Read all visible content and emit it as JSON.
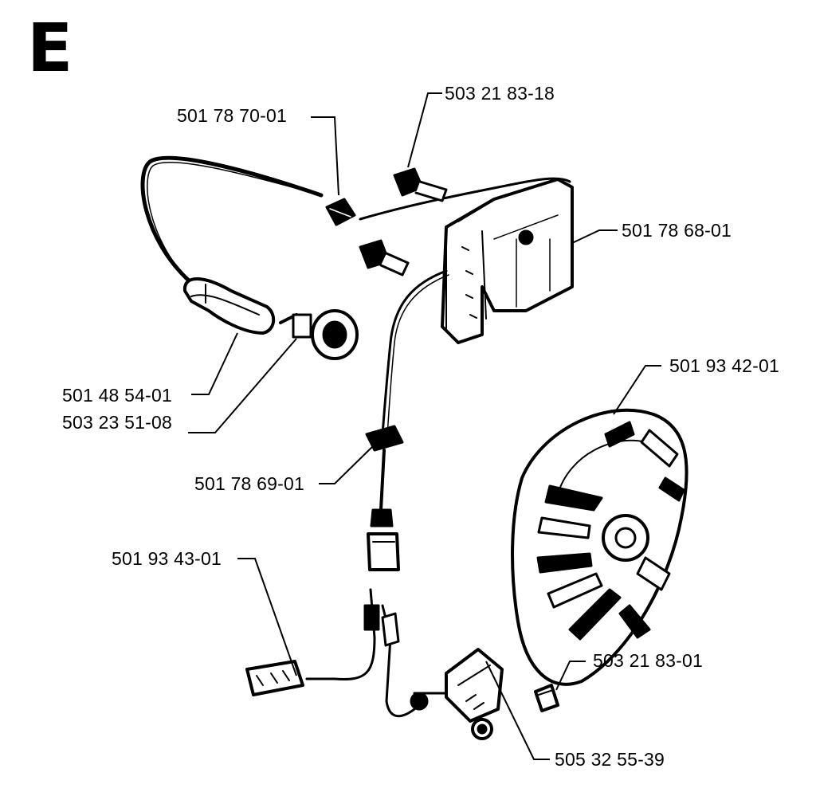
{
  "section_letter": "E",
  "parts": {
    "spark_plug_bolt": "503 21 83-18",
    "cable_clamp": "501 78 70-01",
    "ignition_module": "501 78 68-01",
    "flywheel": "501 93 42-01",
    "spark_plug_cap": "501 48 54-01",
    "spring": "503 23 51-08",
    "cable_grommet": "501 78 69-01",
    "short_circuit_cable": "501 93 43-01",
    "switch_screw": "503 21 83-01",
    "stop_switch": "505 32 55-39"
  },
  "colors": {
    "ink": "#000000",
    "paper": "#ffffff"
  }
}
